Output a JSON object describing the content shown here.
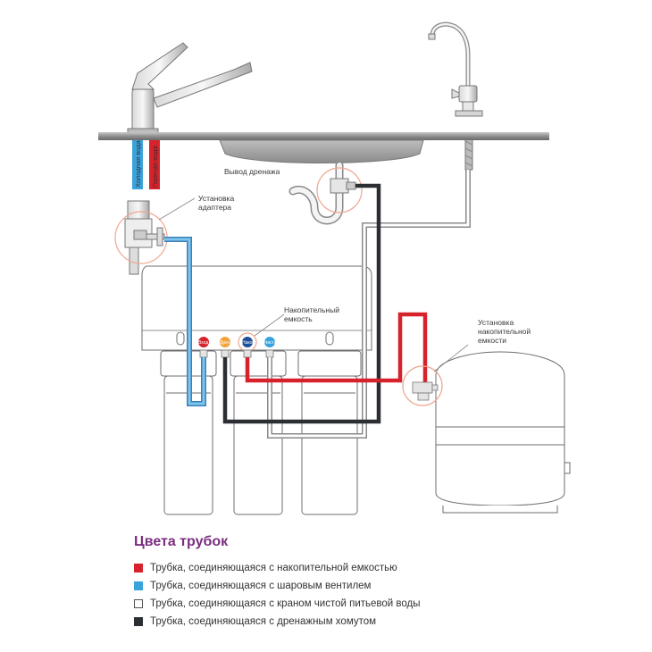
{
  "labels": {
    "cold_water": "Холодная вода",
    "hot_water": "Горячая вода",
    "drain_outlet": "Вывод дренажа",
    "adapter_install_1": "Установка",
    "adapter_install_2": "адаптера",
    "storage_1": "Накопительный",
    "storage_2": "емкость",
    "tank_install_1": "Установка",
    "tank_install_2": "накопительной",
    "tank_install_3": "емкости"
  },
  "port_labels": {
    "port_1": "Вход",
    "port_2": "Дренаж",
    "port_3": "Накопительная емкость",
    "port_4": "Чистая вода"
  },
  "legend": {
    "title": "Цвета трубок",
    "items": [
      {
        "color": "#d7222b",
        "text": "Трубка, соединяющаяся с накопительной емкостью"
      },
      {
        "color": "#3aa3dc",
        "text": "Трубка, соединяющаяся с шаровым вентилем"
      },
      {
        "color": "#ffffff",
        "text": "Трубка, соединяющаяся с краном чистой питьевой воды"
      },
      {
        "color": "#2b2f33",
        "text": "Трубка, соединяющаяся с дренажным хомутом"
      }
    ]
  },
  "colors": {
    "red_tube": "#d7222b",
    "blue_tube": "#3aa3dc",
    "white_tube": "#ffffff",
    "black_tube": "#2b2f33",
    "outline": "#6e6e6e",
    "accent_title": "#7a2e7e"
  }
}
